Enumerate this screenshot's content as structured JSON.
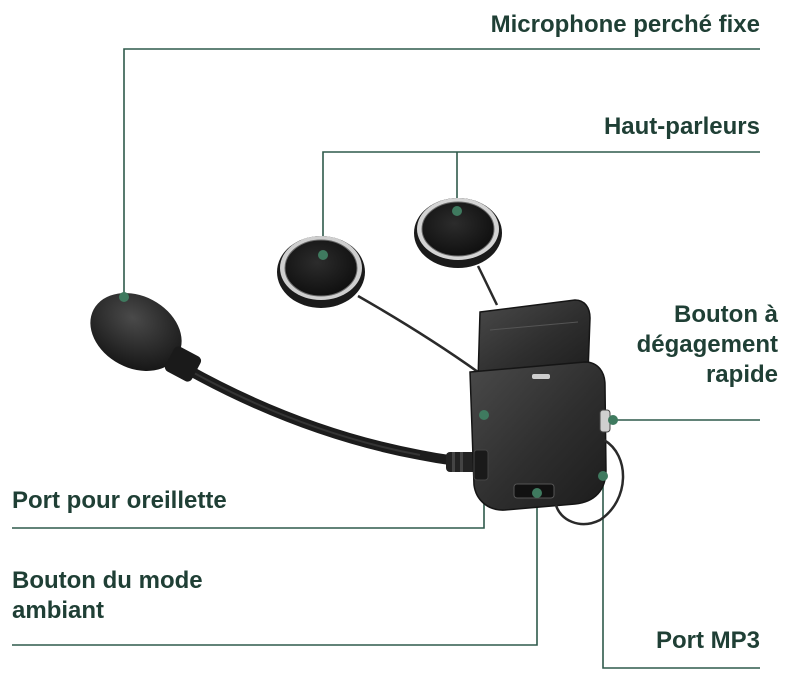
{
  "labels": {
    "microphone": "Microphone perché fixe",
    "speakers": "Haut-parleurs",
    "quick_release_line1": "Bouton à",
    "quick_release_line2": "dégagement",
    "quick_release_line3": "rapide",
    "earpiece_port": "Port pour oreillette",
    "ambient_line1": "Bouton du mode",
    "ambient_line2": "ambiant",
    "mp3_port": "Port MP3"
  },
  "colors": {
    "label_text": "#1f3f35",
    "leader_line": "#2f5a4b",
    "marker_dot": "#3f7a5f",
    "device_dark": "#2a2a2a",
    "device_body": "#3a3a3a",
    "speaker_rim": "#d9d9d9",
    "background": "#ffffff"
  }
}
